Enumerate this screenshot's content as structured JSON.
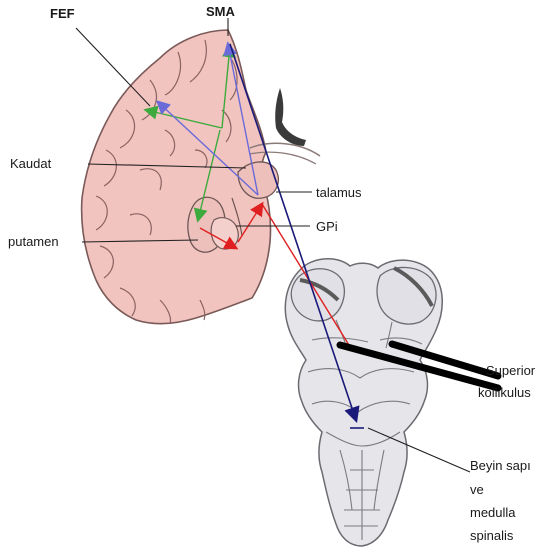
{
  "labels": {
    "fef": "FEF",
    "sma": "SMA",
    "kaudat": "Kaudat",
    "talamus": "talamus",
    "gpi": "GPi",
    "putamen": "putamen",
    "superior_line1": "Superior",
    "superior_line2": "kollikulus",
    "brainstem_line1": "Beyin sapı",
    "brainstem_line2": "ve",
    "brainstem_line3": "medulla",
    "brainstem_line4": "spinalis"
  },
  "colors": {
    "cortex_fill": "#f2c4c0",
    "cortex_stroke": "#7a5a58",
    "brainstem_fill": "#e6e6ea",
    "brainstem_stroke": "#6a6a70",
    "pathway_green": "#3daa3d",
    "pathway_purple": "#6a6ad8",
    "pathway_red": "#e02020",
    "pathway_navy": "#1a1a7a",
    "leader_line": "#222222"
  }
}
